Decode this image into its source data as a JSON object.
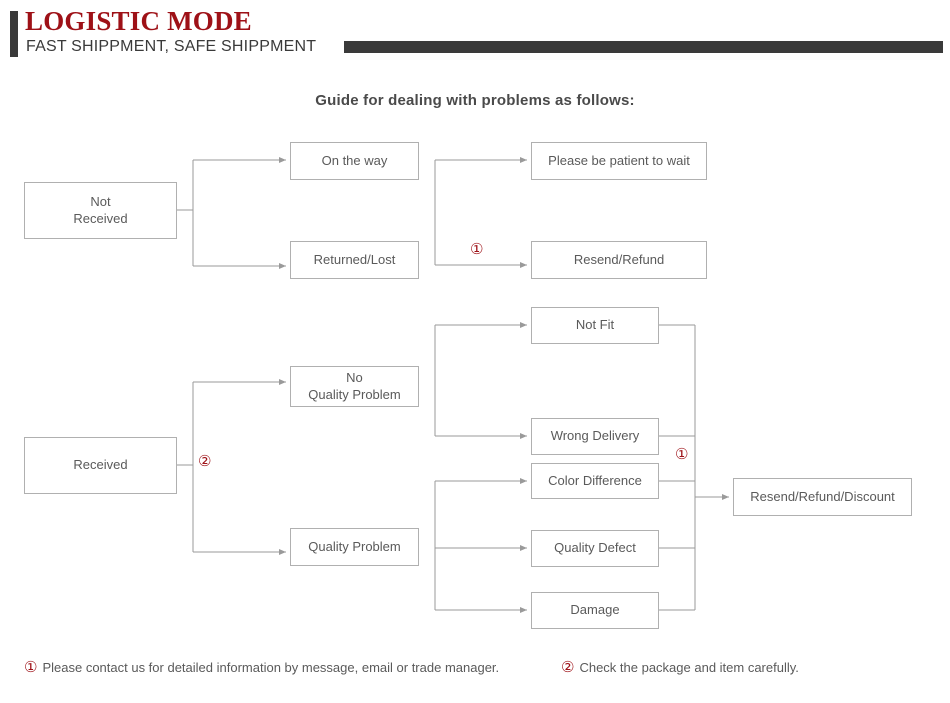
{
  "header": {
    "title": "LOGISTIC MODE",
    "subtitle": "FAST SHIPPMENT, SAFE SHIPPMENT",
    "accent_color": "#9e1117",
    "bar_color": "#3a3a3a"
  },
  "heading": "Guide for dealing with problems as follows:",
  "diagram": {
    "line_color": "#9a9a9a",
    "box_border_color": "#b0b0b0",
    "text_color": "#5a5a5a",
    "nodes": {
      "not_received": "Not\nReceived",
      "on_the_way": "On the way",
      "returned_lost": "Returned/Lost",
      "please_wait": "Please be patient to wait",
      "resend_refund": "Resend/Refund",
      "received": "Received",
      "no_quality_problem": "No\nQuality Problem",
      "quality_problem": "Quality Problem",
      "not_fit": "Not Fit",
      "wrong_delivery": "Wrong Delivery",
      "color_difference": "Color Difference",
      "quality_defect": "Quality Defect",
      "damage": "Damage",
      "resend_refund_discount": "Resend/Refund/Discount"
    },
    "markers": {
      "one_top": "①",
      "two_left": "②",
      "one_bottom": "①"
    }
  },
  "footnotes": [
    {
      "mark": "①",
      "text": "Please contact us for detailed information by message, email or trade manager."
    },
    {
      "mark": "②",
      "text": "Check the package and item carefully."
    }
  ]
}
